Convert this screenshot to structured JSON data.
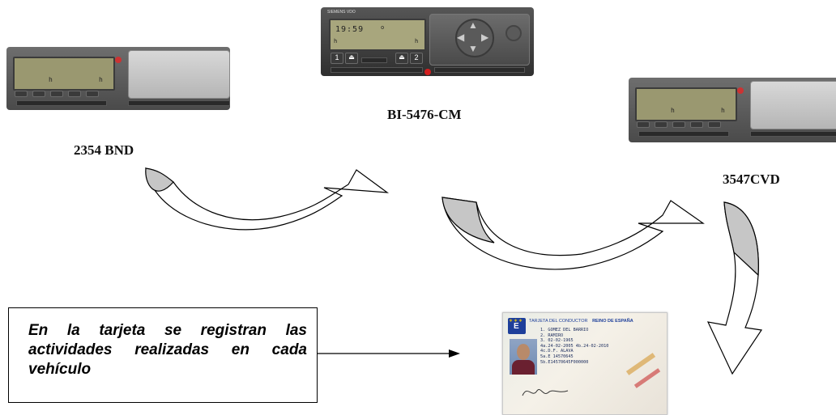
{
  "labels": {
    "vehicle_1": "2354 BND",
    "vehicle_2": "BI-5476-CM",
    "vehicle_3": "3547CVD"
  },
  "note": {
    "text": "En la tarjeta se registran las actividades realizadas en cada vehículo"
  },
  "center_tacho": {
    "brand": "SIEMENS VDO",
    "time": "19:59",
    "slot_1": "1",
    "slot_2": "2"
  },
  "driver_card": {
    "header": "TARJETA DEL CONDUCTOR",
    "country": "REINO DE ESPAÑA",
    "eu_letter": "E",
    "lines": [
      "1. GOMEZ DEL BARRIO",
      "2. RAMIRO",
      "3. 02-02-1965",
      "4a.24-02-2005 4b.24-02-2010",
      "4c.D.F. ALAVA",
      "5a.E 14570645",
      "5b.E14570645F000000"
    ]
  }
}
